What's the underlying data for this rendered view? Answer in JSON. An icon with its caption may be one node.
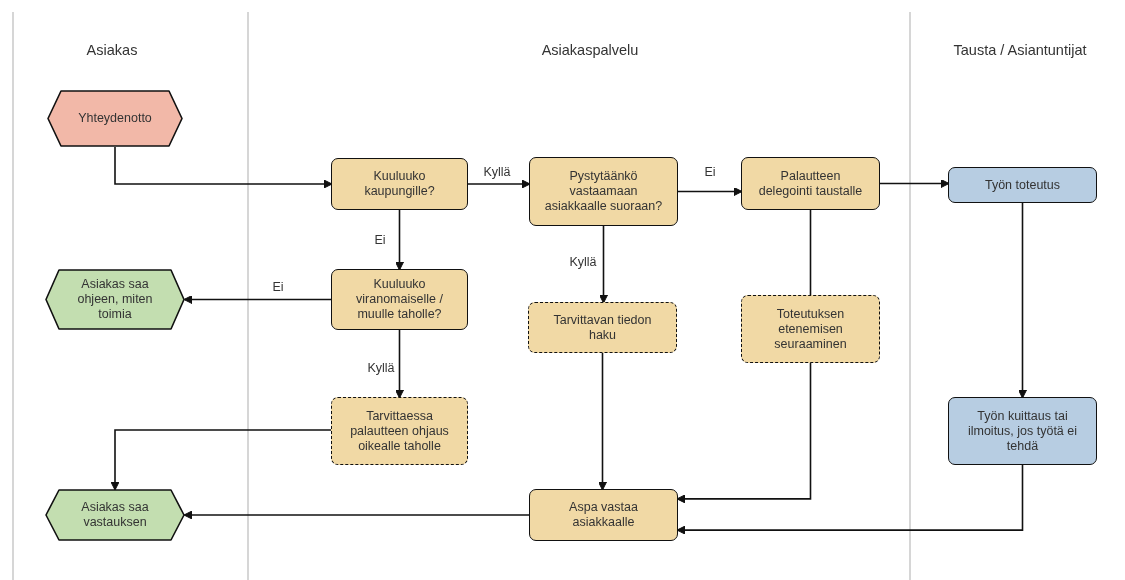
{
  "diagram": {
    "nodes": [
      {
        "text": [
          "Yhteydenotto"
        ]
      },
      {
        "text": [
          "Kuuluuko kaupungille?"
        ]
      },
      {
        "text": [
          "Pystytäänkö vastaamaan asiakkaalle suoraan?"
        ]
      },
      {
        "text": [
          "Palautteen delegointi taustalle"
        ]
      },
      {
        "text": [
          "Työn toteutus"
        ]
      },
      {
        "text": [
          "Asiakas saa ohjeen, miten toimia"
        ]
      },
      {
        "text": [
          "Kuuluuko viranomaiselle / muulle taholle?"
        ]
      },
      {
        "text": [
          "Tarvittavan tiedon haku"
        ]
      },
      {
        "text": [
          "Toteutuksen etenemisen seuraaminen"
        ]
      },
      {
        "text": [
          "Tarvittaessa palautteen ohjaus oikealle taholle"
        ]
      },
      {
        "text": [
          "Työn kuittaus tai ilmoitus, jos työtä ei tehdä"
        ]
      },
      {
        "text": [
          "Asiakas saa vastauksen"
        ]
      },
      {
        "text": [
          "Aspa vastaa asiakkaalle"
        ]
      }
    ],
    "edges": [
      {
        "from": 0,
        "to": 1,
        "arrow": "to"
      },
      {
        "from": 1,
        "to": 2,
        "arrow": "to",
        "label": "Kyllä"
      },
      {
        "from": 2,
        "to": 3,
        "arrow": "to",
        "label": "Ei"
      },
      {
        "from": 3,
        "to": 4,
        "arrow": "to"
      },
      {
        "from": 1,
        "to": 6,
        "arrow": "to",
        "label": "Ei"
      },
      {
        "from": 6,
        "to": 5,
        "arrow": "to",
        "label": "Ei"
      },
      {
        "from": 6,
        "to": 9,
        "arrow": "to",
        "label": "Kyllä"
      },
      {
        "from": 2,
        "to": 7,
        "arrow": "to",
        "label": "Kyllä"
      },
      {
        "from": 3,
        "to": 8,
        "arrow": "none"
      },
      {
        "from": 8,
        "to": 12,
        "arrow": "to"
      },
      {
        "from": 4,
        "to": 10,
        "arrow": "to"
      },
      {
        "from": 10,
        "to": 12,
        "arrow": "to"
      },
      {
        "from": 7,
        "to": 12,
        "arrow": "to"
      },
      {
        "from": 9,
        "to": 11,
        "arrow": "to"
      },
      {
        "from": 12,
        "to": 11,
        "arrow": "to"
      }
    ],
    "labels": [
      "Asiakas",
      "Asiakaspalvelu",
      "Tausta / Asiantuntijat"
    ]
  }
}
